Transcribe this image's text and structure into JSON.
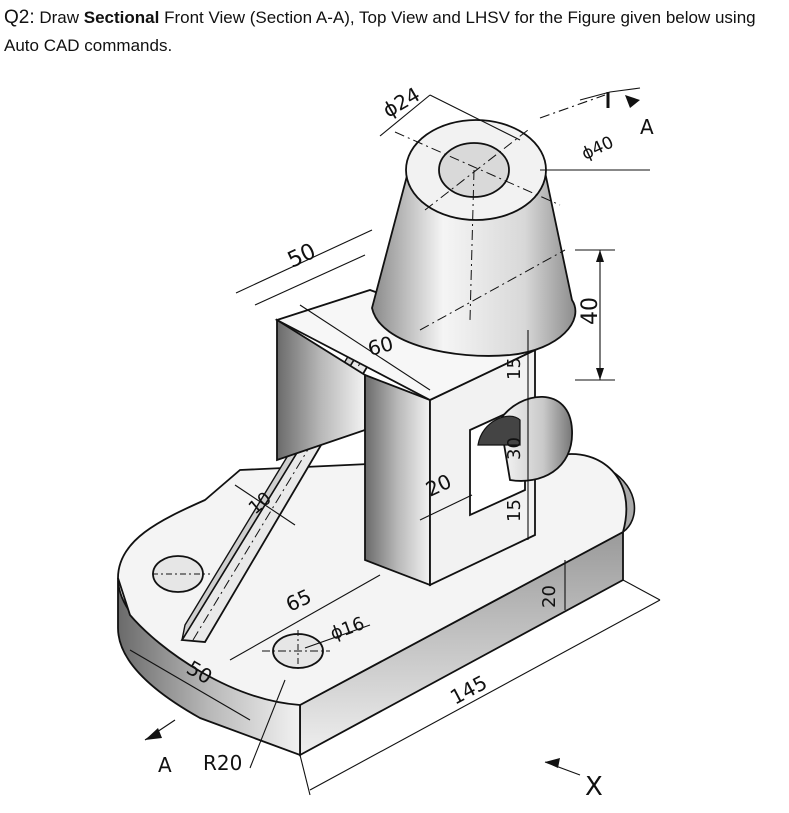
{
  "question": {
    "number": "Q2:",
    "text_before": " Draw ",
    "bold": "Sectional",
    "text_after": " Front View (Section A-A), Top View and LHSV for the Figure given below using Auto CAD commands."
  },
  "figure": {
    "dims": {
      "d24": "ϕ24",
      "d40": "ϕ40",
      "d50_top": "50",
      "d60": "60",
      "d40_h": "40",
      "d15_top": "15",
      "d30": "30",
      "d15_bottom": "15",
      "d20_depth": "20",
      "d10": "10",
      "d65": "65",
      "d16": "ϕ16",
      "d50_bottom": "50",
      "d145": "145",
      "d20_base": "20",
      "r20": "R20"
    },
    "section_label_top": "A",
    "section_label_bottom": "A",
    "view_direction": "X"
  }
}
